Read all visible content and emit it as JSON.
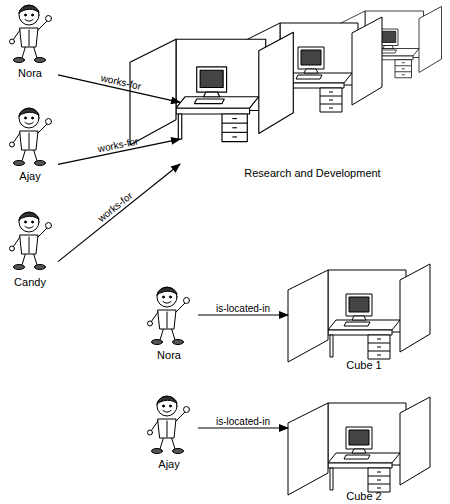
{
  "diagram": {
    "nodes": [
      {
        "text": [
          "Nora"
        ]
      },
      {
        "text": [
          "Research and Development"
        ]
      },
      {
        "text": [
          "Ajay"
        ]
      },
      {
        "text": [
          "Candy"
        ]
      },
      {
        "text": [
          "Nora"
        ]
      },
      {
        "text": [
          "Cube 1"
        ]
      },
      {
        "text": [
          "Ajay"
        ]
      },
      {
        "text": [
          "Cube 2"
        ]
      }
    ],
    "edges": [
      {
        "from": 0,
        "to": 1,
        "label": "works-for",
        "arrow": "to"
      },
      {
        "from": 2,
        "to": 1,
        "label": "works-for",
        "arrow": "to"
      },
      {
        "from": 3,
        "to": 1,
        "label": "works-for",
        "arrow": "to"
      },
      {
        "from": 4,
        "to": 5,
        "label": "is-located-in",
        "arrow": "to"
      },
      {
        "from": 6,
        "to": 7,
        "label": "is-located-in",
        "arrow": "to"
      }
    ]
  }
}
